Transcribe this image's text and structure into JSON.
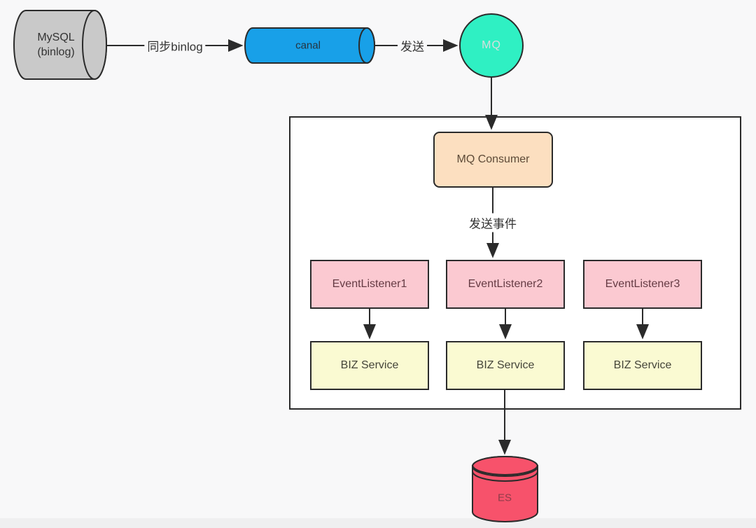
{
  "diagram": {
    "mysql": {
      "line1": "MySQL",
      "line2": "(binlog)",
      "fill": "#c9c9c9"
    },
    "canal": {
      "label": "canal",
      "fill": "#18a0e8"
    },
    "mq": {
      "label": "MQ",
      "fill": "#2ff0c3"
    },
    "mq_consumer": {
      "label": "MQ Consumer",
      "fill": "#fcdfc0"
    },
    "event_listeners": [
      {
        "label": "EventListener1"
      },
      {
        "label": "EventListener2"
      },
      {
        "label": "EventListener3"
      }
    ],
    "biz_services": [
      {
        "label": "BIZ Service"
      },
      {
        "label": "BIZ Service"
      },
      {
        "label": "BIZ Service"
      }
    ],
    "es": {
      "label": "ES",
      "fill": "#f7526b"
    },
    "edge_labels": {
      "sync_binlog": "同步binlog",
      "send": "发送",
      "send_event": "发送事件"
    },
    "colors": {
      "listener_fill": "#fbc9d1",
      "biz_fill": "#fafad2",
      "line": "#2b2b2b",
      "container_fill": "#ffffff",
      "page_bg": "#f8f8f9"
    }
  }
}
